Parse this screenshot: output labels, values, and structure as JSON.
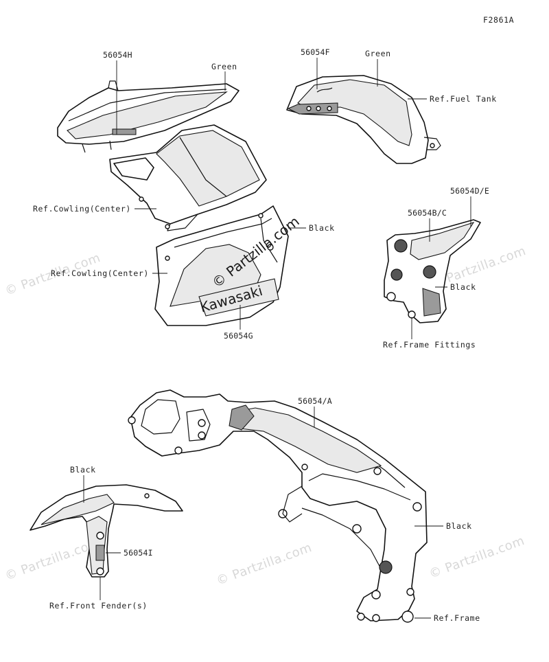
{
  "figure_id": "F2861A",
  "labels": {
    "p_56054H": "56054H",
    "p_56054F": "56054F",
    "green_top_left": "Green",
    "green_top_right": "Green",
    "ref_fuel_tank": "Ref.Fuel Tank",
    "ref_cowling_center_1": "Ref.Cowling(Center)",
    "ref_cowling_center_2": "Ref.Cowling(Center)",
    "black_cowling": "Black",
    "p_56054DE": "56054D/E",
    "p_56054BC": "56054B/C",
    "black_frame_fittings": "Black",
    "p_56054G": "56054G",
    "ref_frame_fittings": "Ref.Frame Fittings",
    "p_56054A": "56054/A",
    "black_fender": "Black",
    "p_56054I": "56054I",
    "ref_front_fenders": "Ref.Front Fender(s)",
    "black_frame": "Black",
    "ref_frame": "Ref.Frame"
  },
  "watermarks": {
    "brand": "© Partzilla.com"
  },
  "decal_text": {
    "kawasaki": "Kawasaki"
  }
}
